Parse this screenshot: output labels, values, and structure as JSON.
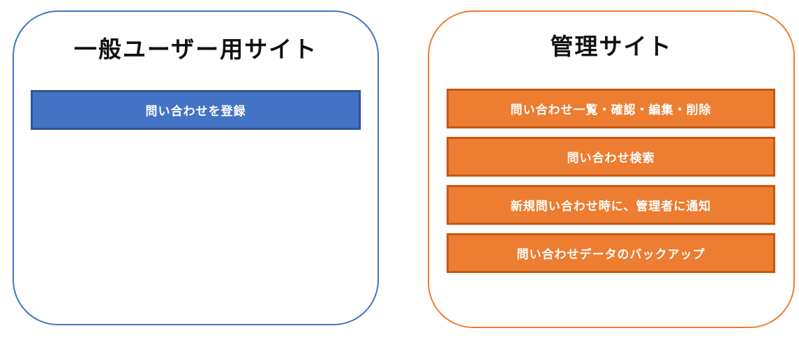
{
  "diagram": {
    "background_color": "#ffffff",
    "left_panel": {
      "title": "一般ユーザー用サイト",
      "accent_color": "#4472C4",
      "border_color": "#4472C4",
      "bar_fill_color": "#4472C4",
      "bar_border_color": "#2F5597",
      "bar_text_color": "#ffffff",
      "bars": [
        {
          "label": "問い合わせを登録"
        }
      ]
    },
    "right_panel": {
      "title": "管理サイト",
      "accent_color": "#ED7D31",
      "border_color": "#ED7D31",
      "bar_fill_color": "#ED7D31",
      "bar_border_color": "#C45911",
      "bar_text_color": "#ffffff",
      "bars": [
        {
          "label": "問い合わせ一覧・確認・編集・削除"
        },
        {
          "label": "問い合わせ検索"
        },
        {
          "label": "新規問い合わせ時に、管理者に通知"
        },
        {
          "label": "問い合わせデータのバックアップ"
        }
      ]
    }
  }
}
